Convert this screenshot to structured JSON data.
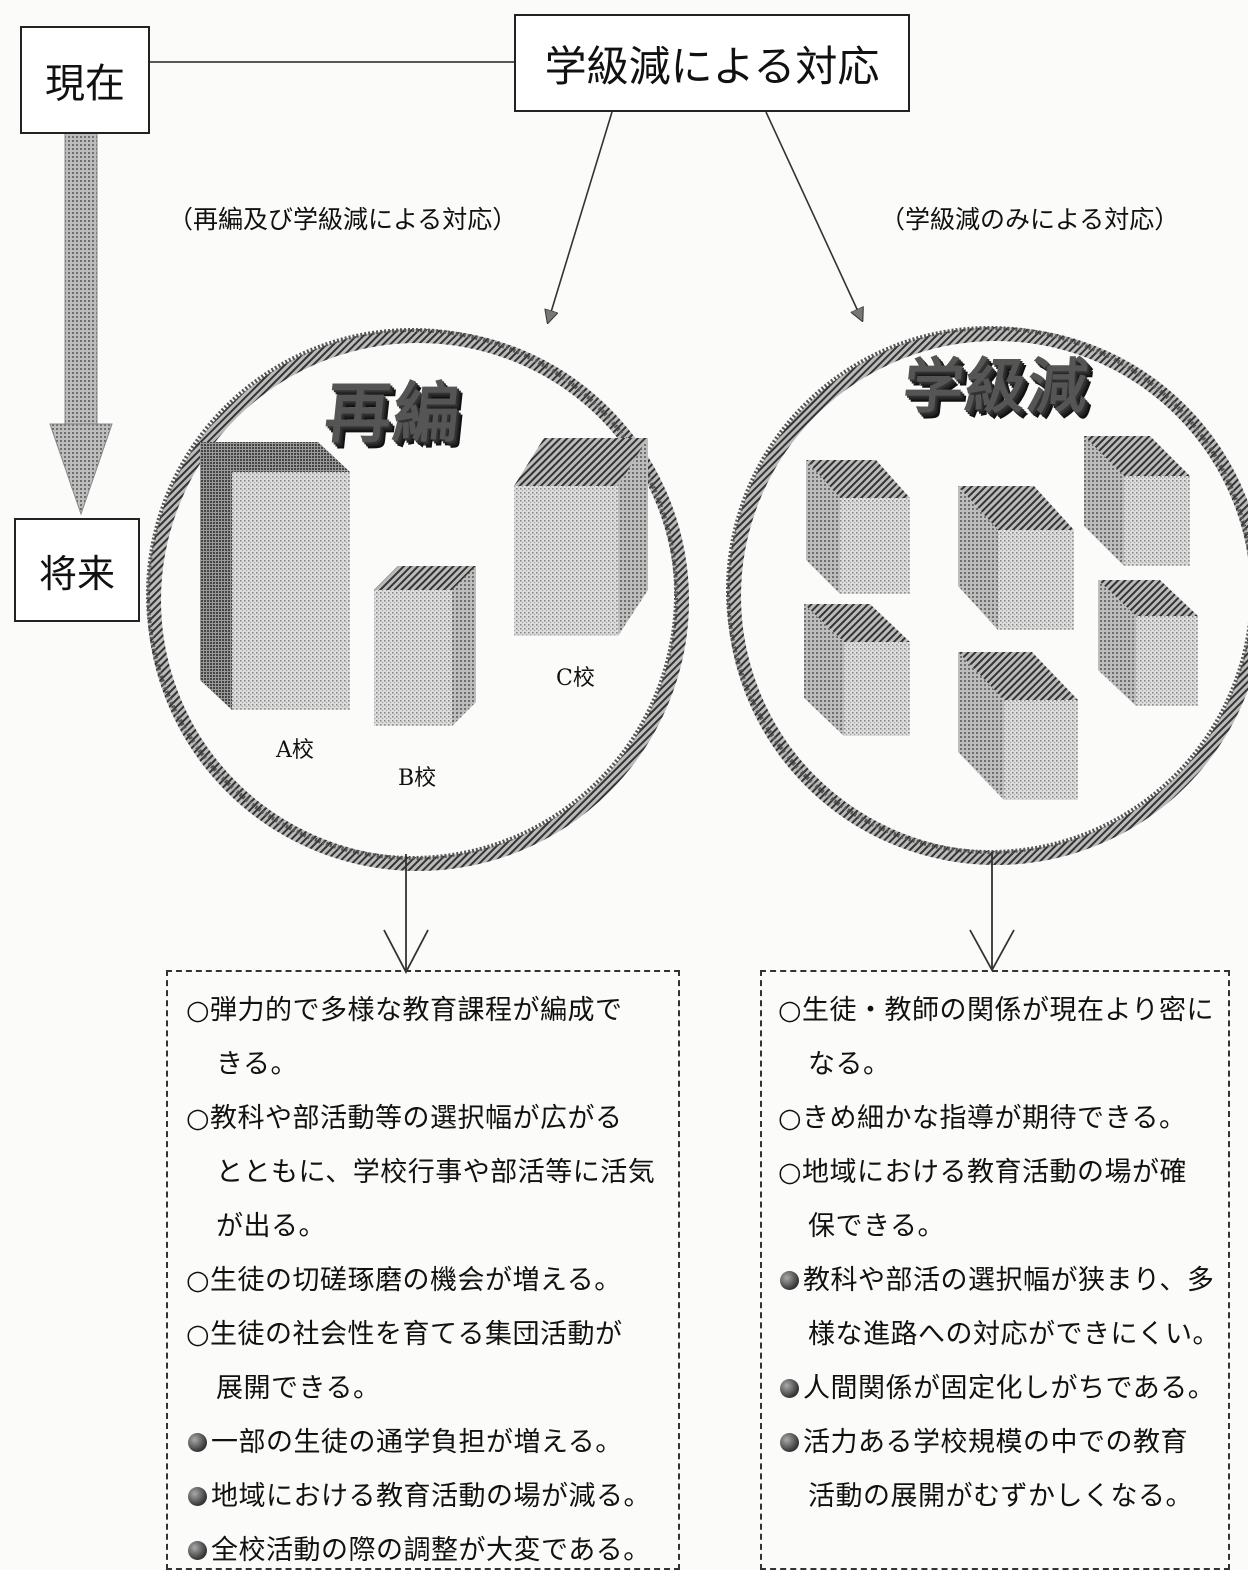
{
  "nodes": {
    "current": "現在",
    "future": "将来",
    "main": "学級減による対応"
  },
  "branches": {
    "left_label": "（再編及び学級減による対応）",
    "right_label": "（学級減のみによる対応）",
    "left_emblem": "再編",
    "right_emblem": "学級減"
  },
  "schools": {
    "a": "A校",
    "b": "B校",
    "c": "C校"
  },
  "left_list": [
    {
      "type": "merit",
      "lines": [
        "○弾力的で多様な教育課程が編成で",
        "きる。"
      ]
    },
    {
      "type": "merit",
      "lines": [
        "○教科や部活動等の選択幅が広がる",
        "とともに、学校行事や部活等に活気",
        "が出る。"
      ]
    },
    {
      "type": "merit",
      "lines": [
        "○生徒の切磋琢磨の機会が増える。"
      ]
    },
    {
      "type": "merit",
      "lines": [
        "○生徒の社会性を育てる集団活動が",
        "展開できる。"
      ]
    },
    {
      "type": "demerit",
      "lines": [
        "一部の生徒の通学負担が増える。"
      ]
    },
    {
      "type": "demerit",
      "lines": [
        "地域における教育活動の場が減る。"
      ]
    },
    {
      "type": "demerit",
      "lines": [
        "全校活動の際の調整が大変である。"
      ]
    }
  ],
  "right_list": [
    {
      "type": "merit",
      "lines": [
        "○生徒・教師の関係が現在より密に",
        "なる。"
      ]
    },
    {
      "type": "merit",
      "lines": [
        "○きめ細かな指導が期待できる。"
      ]
    },
    {
      "type": "merit",
      "lines": [
        "○地域における教育活動の場が確",
        "保できる。"
      ]
    },
    {
      "type": "demerit",
      "lines": [
        "教科や部活の選択幅が狭まり、多",
        "様な進路への対応ができにくい。"
      ]
    },
    {
      "type": "demerit",
      "lines": [
        "人間関係が固定化しがちである。"
      ]
    },
    {
      "type": "demerit",
      "lines": [
        "活力ある学校規模の中での教育",
        "活動の展開がむずかしくなる。"
      ]
    }
  ]
}
